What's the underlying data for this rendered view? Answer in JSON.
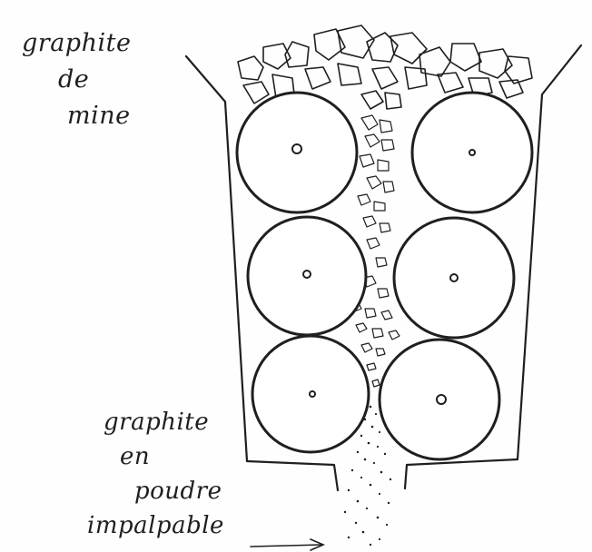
{
  "labels": {
    "top_line1": "graphite",
    "top_line2": "de",
    "top_line3": "mine",
    "bottom_line1": "graphite",
    "bottom_line2": "en",
    "bottom_line3": "poudre",
    "bottom_line4": "impalpable"
  },
  "rollers": {
    "count": 6,
    "pairs": 3
  },
  "colors": {
    "ink": "#1f1f1f",
    "paper": "#fefefe"
  }
}
